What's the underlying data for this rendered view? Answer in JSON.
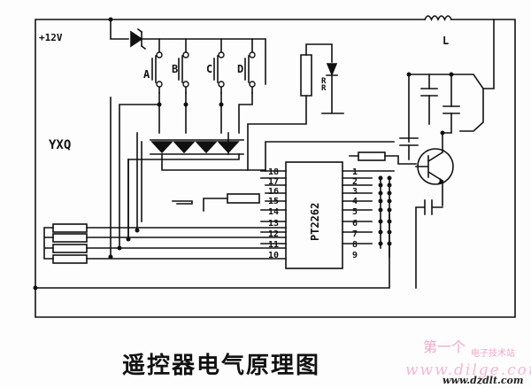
{
  "labels": {
    "supply": "+12V",
    "inductor": "L",
    "device": "YXQ",
    "resistor": "R",
    "chip": "PT2262",
    "switches": [
      "A",
      "B",
      "C",
      "D"
    ],
    "left_pins": [
      "18",
      "17",
      "16",
      "15",
      "14",
      "13",
      "12",
      "11",
      "10"
    ],
    "right_pins": [
      "1",
      "2",
      "3",
      "4",
      "5",
      "6",
      "7",
      "8",
      "9"
    ]
  },
  "caption": "遥控器电气原理图",
  "watermark": {
    "brand": "第一个",
    "tagline": "电子技术站",
    "site_big": "www.dilge.com",
    "site_small": "www.dzdlt.com"
  }
}
